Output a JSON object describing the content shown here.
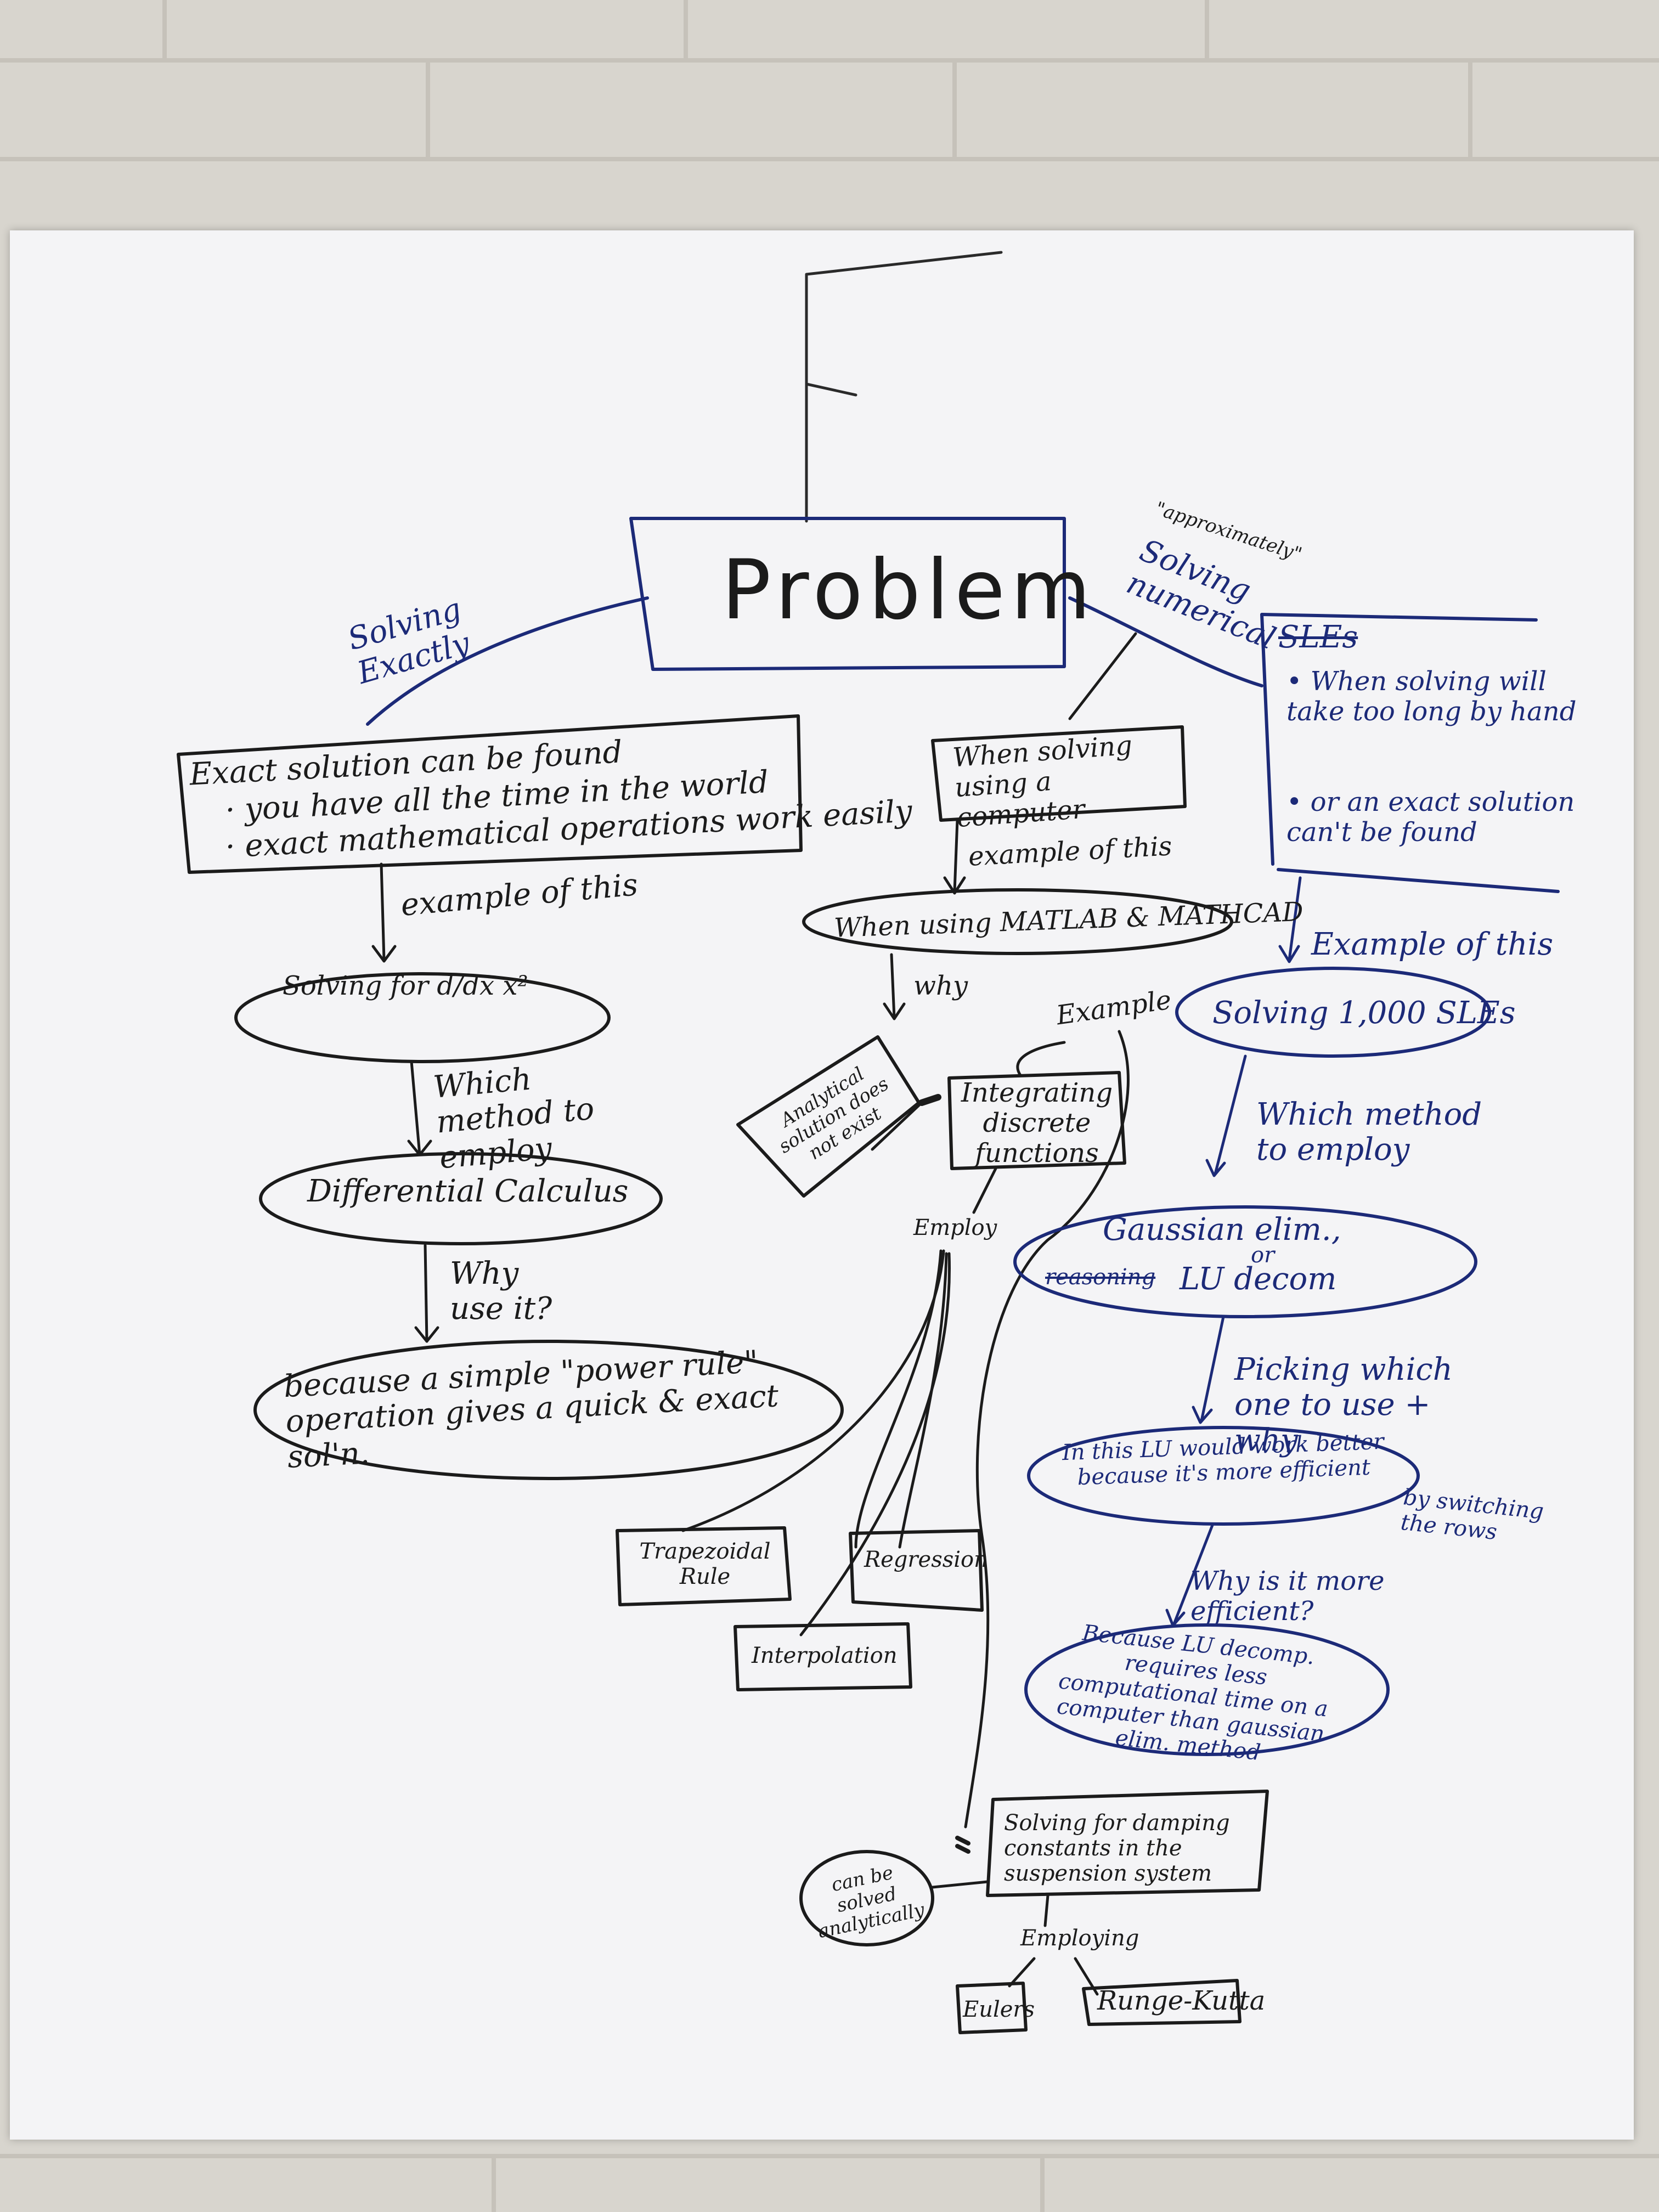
{
  "diagram": {
    "title": "Problem",
    "branch_exact": "Solving Exactly",
    "branch_numerical_note": "\"approximately\"",
    "branch_numerical": "Solving numerical",
    "exact_box": {
      "line1": "Exact solution can be found",
      "line2": "· you have all the time in the world",
      "line3": "· exact mathematical operations work easily"
    },
    "exact_example_edge": "example of this",
    "exact_example": "Solving for d/dx x²",
    "exact_method_edge": "Which method to employ",
    "exact_method": "Differential Calculus",
    "exact_why_edge": "Why use it?",
    "exact_reason": "because a simple \"power rule\" operation gives a quick & exact sol'n.",
    "computer_box": "When solving using a computer",
    "computer_example_edge": "example of this",
    "matlab": "When using MATLAB & MATHCAD",
    "why_edge": "why",
    "example_edge": "Example",
    "analytical": "Analytical solution does not exist",
    "integrating": "Integrating discrete functions",
    "employ_edge": "Employ",
    "trapezoidal": "Trapezoidal Rule",
    "regression": "Regression",
    "interpolation": "Interpolation",
    "sles_box": {
      "heading": "SLEs",
      "item1": "• When solving will take too long by hand",
      "item2": "• or an exact solution can't be found"
    },
    "sles_example_edge": "Example of this",
    "sles_example": "Solving 1,000 SLEs",
    "sles_method_edge": "Which method to employ",
    "gauss": {
      "line1": "Gaussian elim.,",
      "or": "or",
      "struck": "reasoning",
      "line2": "LU decom"
    },
    "pick_edge": "Picking which one to use + why",
    "lu_box": "In this LU would work better because it's more efficient",
    "rows_note": "by switching the rows",
    "efficient_edge": "Why is it more efficient?",
    "lu_reason": "Because LU decomp. requires less computational time on a computer than gaussian elim. method",
    "damping": "Solving for damping constants in the suspension system",
    "analytically": "can be solved analytically",
    "employing_edge": "Employing",
    "eulers": "Eulers",
    "runge": "Runge-Kutta"
  }
}
